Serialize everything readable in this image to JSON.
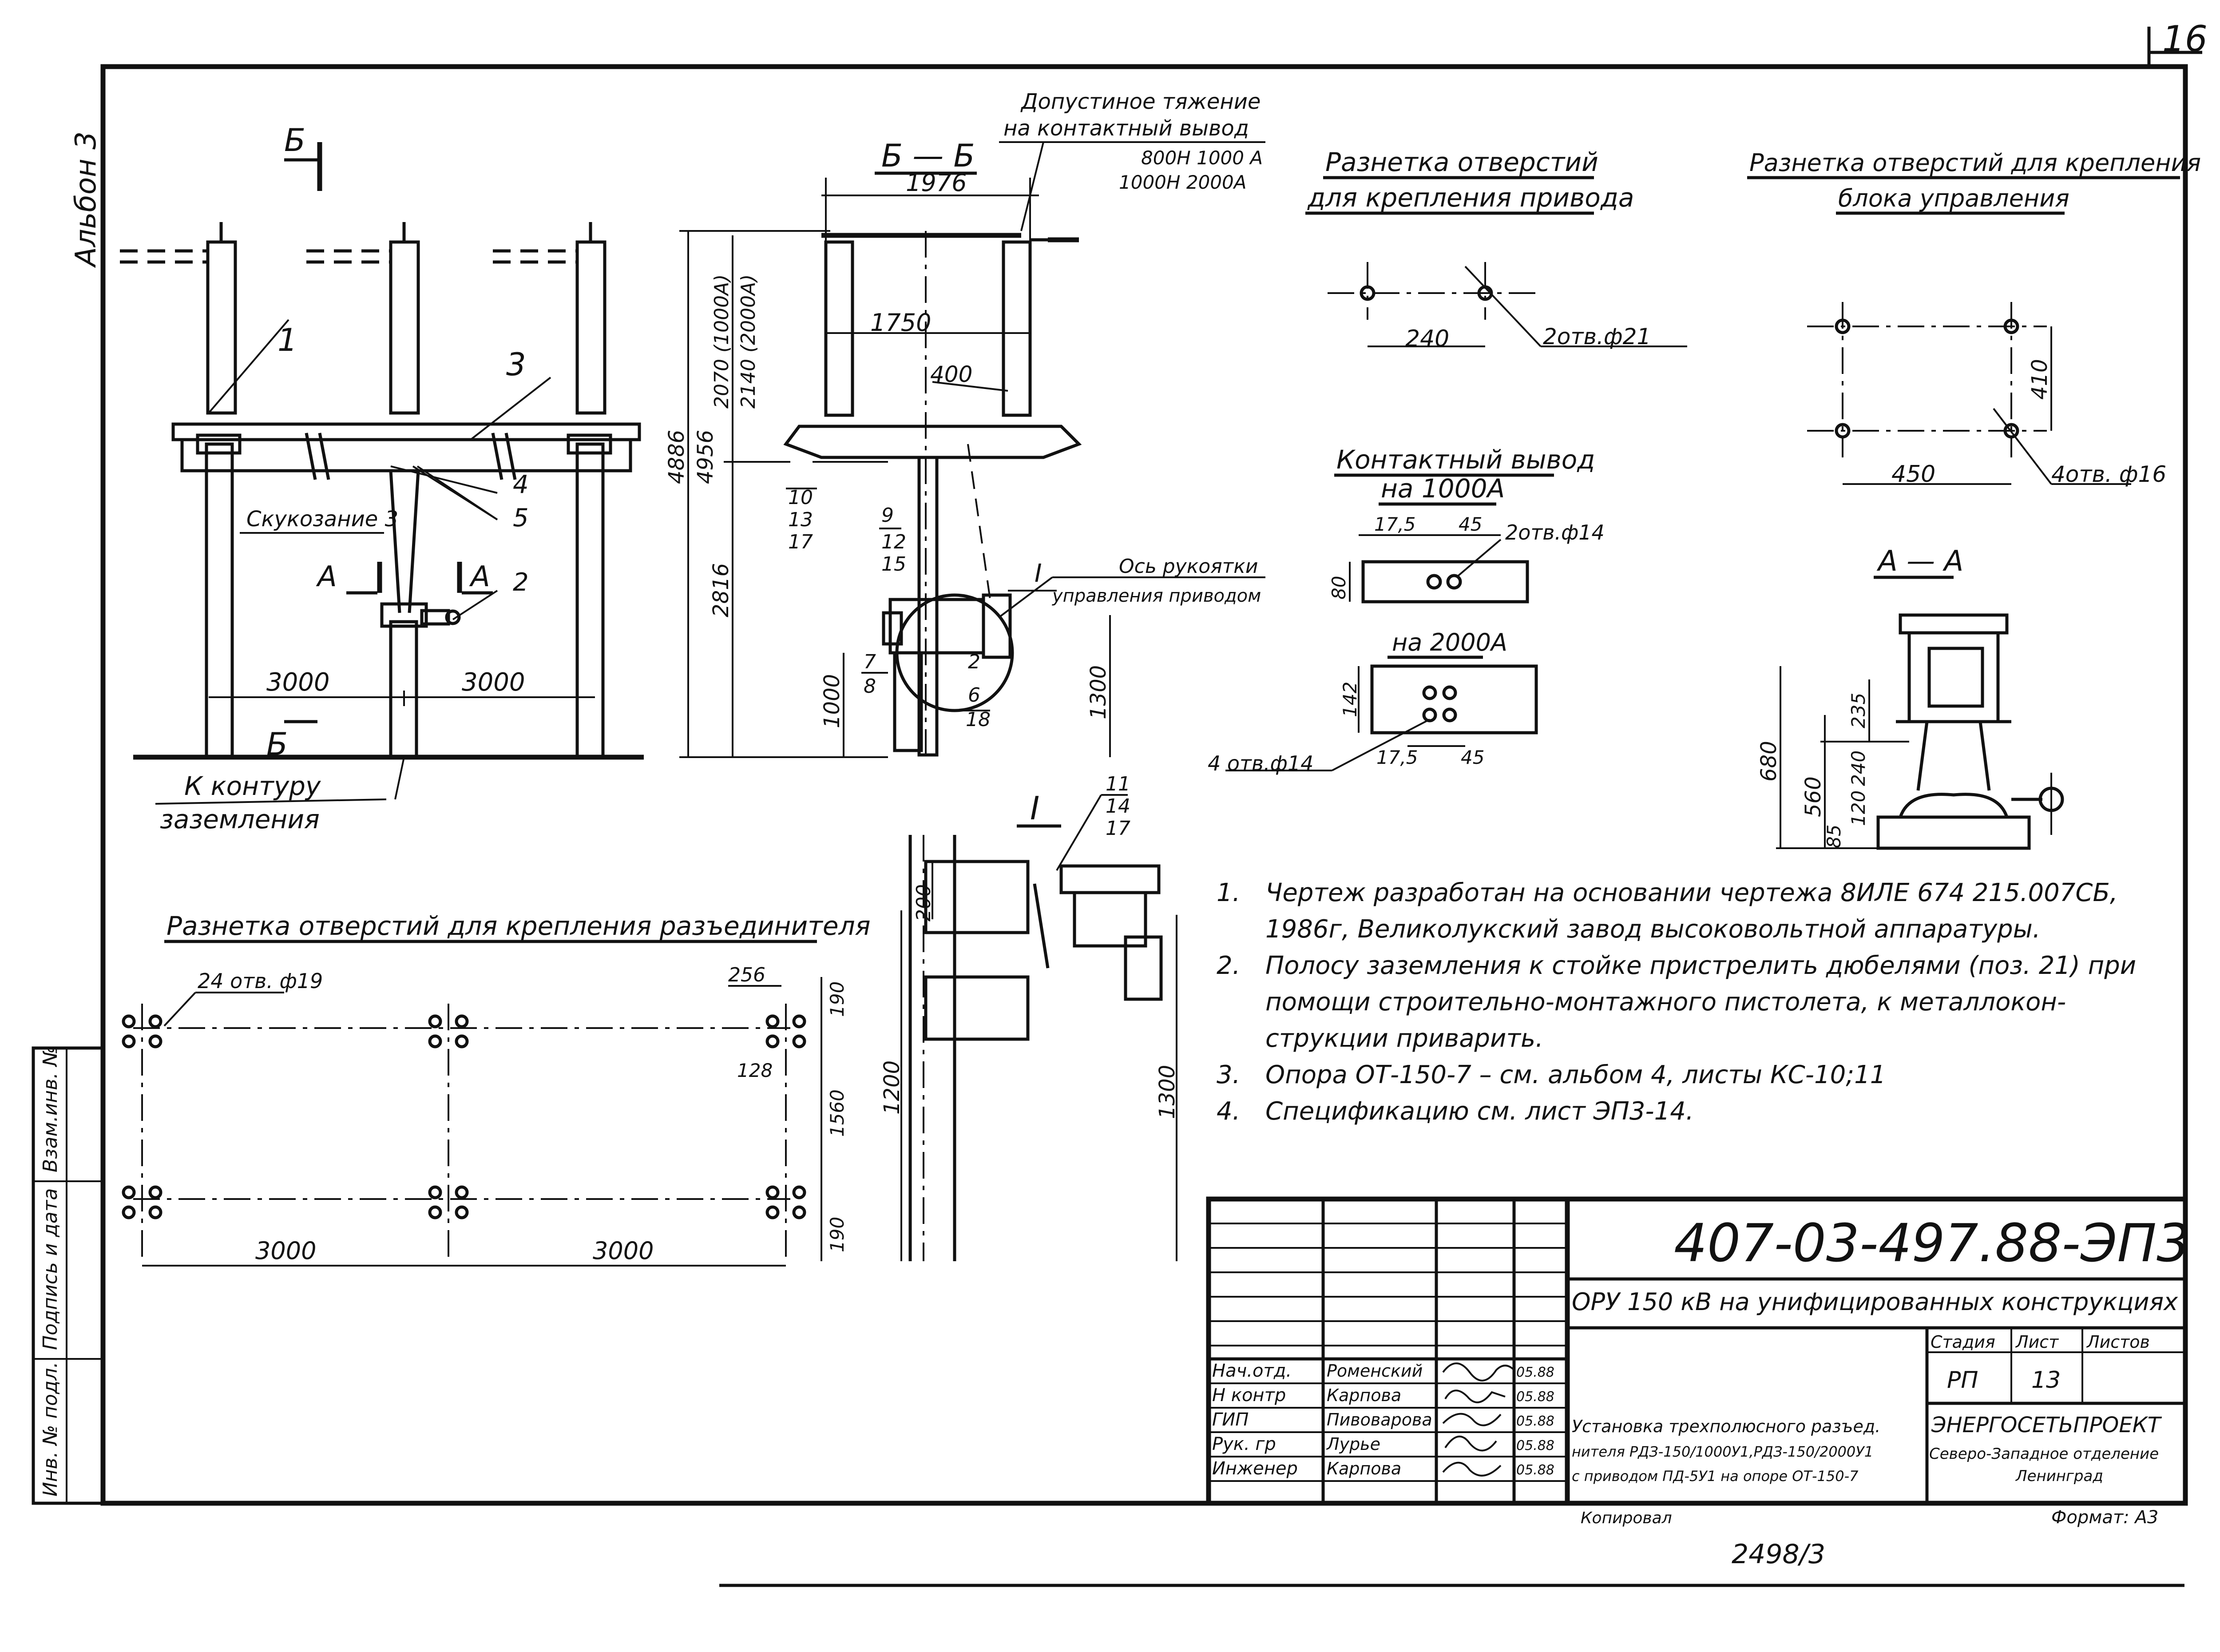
{
  "sheet": {
    "number": "16",
    "album_label": "Альбон 3",
    "bottom_number": "2498/3"
  },
  "views": {
    "front": {
      "section_mark_top": "Б",
      "section_mark_bottom": "Б",
      "section_a_left": "А",
      "section_a_right": "А",
      "pos_1": "1",
      "pos_2": "2",
      "pos_3": "3",
      "pos_4": "4",
      "pos_5": "5",
      "note_sk": "Скукозание 3",
      "dim_left": "3000",
      "dim_right": "3000",
      "ground_label_1": "К контуру",
      "ground_label_2": "заземления"
    },
    "section_bb": {
      "title": "Б — Б",
      "dim_top": "1976",
      "dim_mid": "1750",
      "dim_400": "400",
      "dim_h1": "2070 (1000А)",
      "dim_h2": "2140 (2000А)",
      "dim_4886": "4886",
      "dim_4956": "4956",
      "dim_2816": "2816",
      "dim_1000": "1000",
      "dim_1300": "1300",
      "load_title_1": "Допустиное тяжение",
      "load_title_2": "на контактный вывод",
      "load_row_1": "800Н   1000 А",
      "load_row_2": "1000Н   2000А",
      "callout_10_13_17": [
        "10",
        "13",
        "17"
      ],
      "callout_9_12_15": [
        "9",
        "12",
        "15"
      ],
      "callout_7_8": [
        "7",
        "8"
      ],
      "callout_2_6_18": [
        "2",
        "6",
        "18"
      ],
      "detail_mark": "I",
      "axis_label_1": "Ось рукоятки",
      "axis_label_2": "управления приводом"
    },
    "detail_I": {
      "title": "I",
      "callouts": [
        "11",
        "14",
        "17"
      ],
      "dim_200": "200",
      "dim_1200": "1200",
      "dim_1300": "1300"
    },
    "drive_holes": {
      "title_1": "Разнетка отверстий",
      "title_2": "для крепления привода",
      "dim": "240",
      "holes": "2отв.ф21"
    },
    "contact_terminal": {
      "title_1": "Контактный вывод",
      "title_2": "на 1000А",
      "dim_175": "17,5",
      "dim_45": "45",
      "holes_1000": "2отв.ф14",
      "dim_80": "80",
      "title_2000": "на 2000А",
      "dim_142": "142",
      "holes_2000": "4 отв.ф14",
      "dim_175b": "17,5",
      "dim_45b": "45"
    },
    "control_block_holes": {
      "title_1": "Разнетка отверстий для крепления",
      "title_2": "блока управления",
      "dim_410": "410",
      "dim_450": "450",
      "holes": "4отв. ф16"
    },
    "section_aa": {
      "title": "А — А",
      "dim_235": "235",
      "dim_240": "240",
      "dim_120": "120",
      "dim_85": "85",
      "dim_560": "560",
      "dim_680": "680"
    },
    "disconnector_holes": {
      "title": "Разнетка отверстий для крепления разъединителя",
      "holes": "24 отв. ф19",
      "dim_256": "256",
      "dim_190a": "190",
      "dim_128": "128",
      "dim_1560": "1560",
      "dim_190b": "190",
      "dim_left": "3000",
      "dim_right": "3000"
    }
  },
  "notes": [
    {
      "num": "1.",
      "text": "Чертеж разработан на основании чертежа 8ИЛЕ 674 215.007СБ,"
    },
    {
      "num": "",
      "text": "1986г, Великолукский завод высоковольтной аппаратуры."
    },
    {
      "num": "2.",
      "text": "Полосу заземления к стойке пристрелить дюбелями (поз. 21) при"
    },
    {
      "num": "",
      "text": "помощи строительно-монтажного пистолета, к металлокон-"
    },
    {
      "num": "",
      "text": "струкции приварить."
    },
    {
      "num": "3.",
      "text": "Опора ОТ-150-7   – см.  альбом 4,  листы КС-10;11"
    },
    {
      "num": "4.",
      "text": "Спецификацию см. лист  ЭП3-14."
    }
  ],
  "title_block": {
    "code": "407-03-497.88-ЭП3",
    "project": "ОРУ 150 кВ на унифицированных конструкциях",
    "col_stage": "Стадия",
    "col_sheet": "Лист",
    "col_sheets": "Листов",
    "stage": "РП",
    "sheet": "13",
    "sheets": "",
    "roles": [
      {
        "role": "Нач.отд.",
        "name": "Роменский",
        "date": "05.88"
      },
      {
        "role": "Н контр",
        "name": "Карпова",
        "date": "05.88"
      },
      {
        "role": "ГИП",
        "name": "Пивоварова",
        "date": "05.88"
      },
      {
        "role": "Рук. гр",
        "name": "Лурье",
        "date": "05.88"
      },
      {
        "role": "Инженер",
        "name": "Карпова",
        "date": "05.88"
      }
    ],
    "description": [
      "Установка трехполюсного разъед.",
      "нителя РДЗ-150/1000У1,РДЗ-150/2000У1",
      "с приводом ПД-5У1 на опоре ОТ-150-7"
    ],
    "org_1": "ЭНЕРГОСЕТЬПРОЕКТ",
    "org_2": "Северо-Западное отделение",
    "org_3": "Ленинград",
    "copied": "Копировал",
    "format": "Формат: А3"
  },
  "side_stamp": {
    "inv_podl": "Инв. № подл.",
    "podpis": "Подпись и дата",
    "vzam": "Взам.инв. №"
  }
}
